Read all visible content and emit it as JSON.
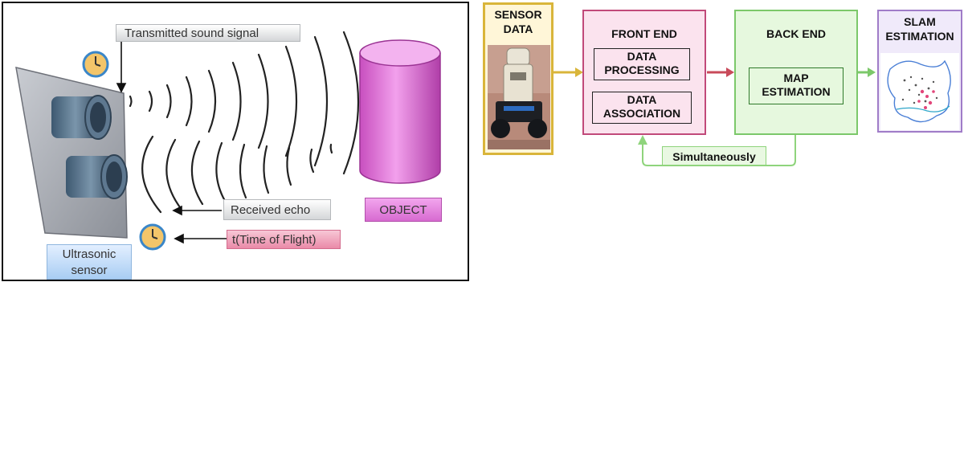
{
  "left": {
    "transmitted_label": "Transmitted sound signal",
    "received_label": "Received echo",
    "tof_label": "t(Time of Flight)",
    "object_label": "OBJECT",
    "sensor_label_1": "Ultrasonic",
    "sensor_label_2": "sensor"
  },
  "pipeline": {
    "sensor_data_1": "SENSOR",
    "sensor_data_2": "DATA",
    "front_end": "FRONT END",
    "data_processing_1": "DATA",
    "data_processing_2": "PROCESSING",
    "data_association_1": "DATA",
    "data_association_2": "ASSOCIATION",
    "back_end": "BACK END",
    "map_estimation_1": "MAP",
    "map_estimation_2": "ESTIMATION",
    "slam_1": "SLAM",
    "slam_2": "ESTIMATION",
    "simultaneously": "Simultaneously"
  },
  "colors": {
    "sensor_border": "#d9b53a",
    "front_border": "#c14a7a",
    "front_fill": "#fbe3ee",
    "back_border": "#7cc86a",
    "back_fill": "#e6f8de",
    "slam_border": "#a07cc8",
    "slam_fill": "#f0eafa",
    "object_fill": "#e070d8"
  }
}
